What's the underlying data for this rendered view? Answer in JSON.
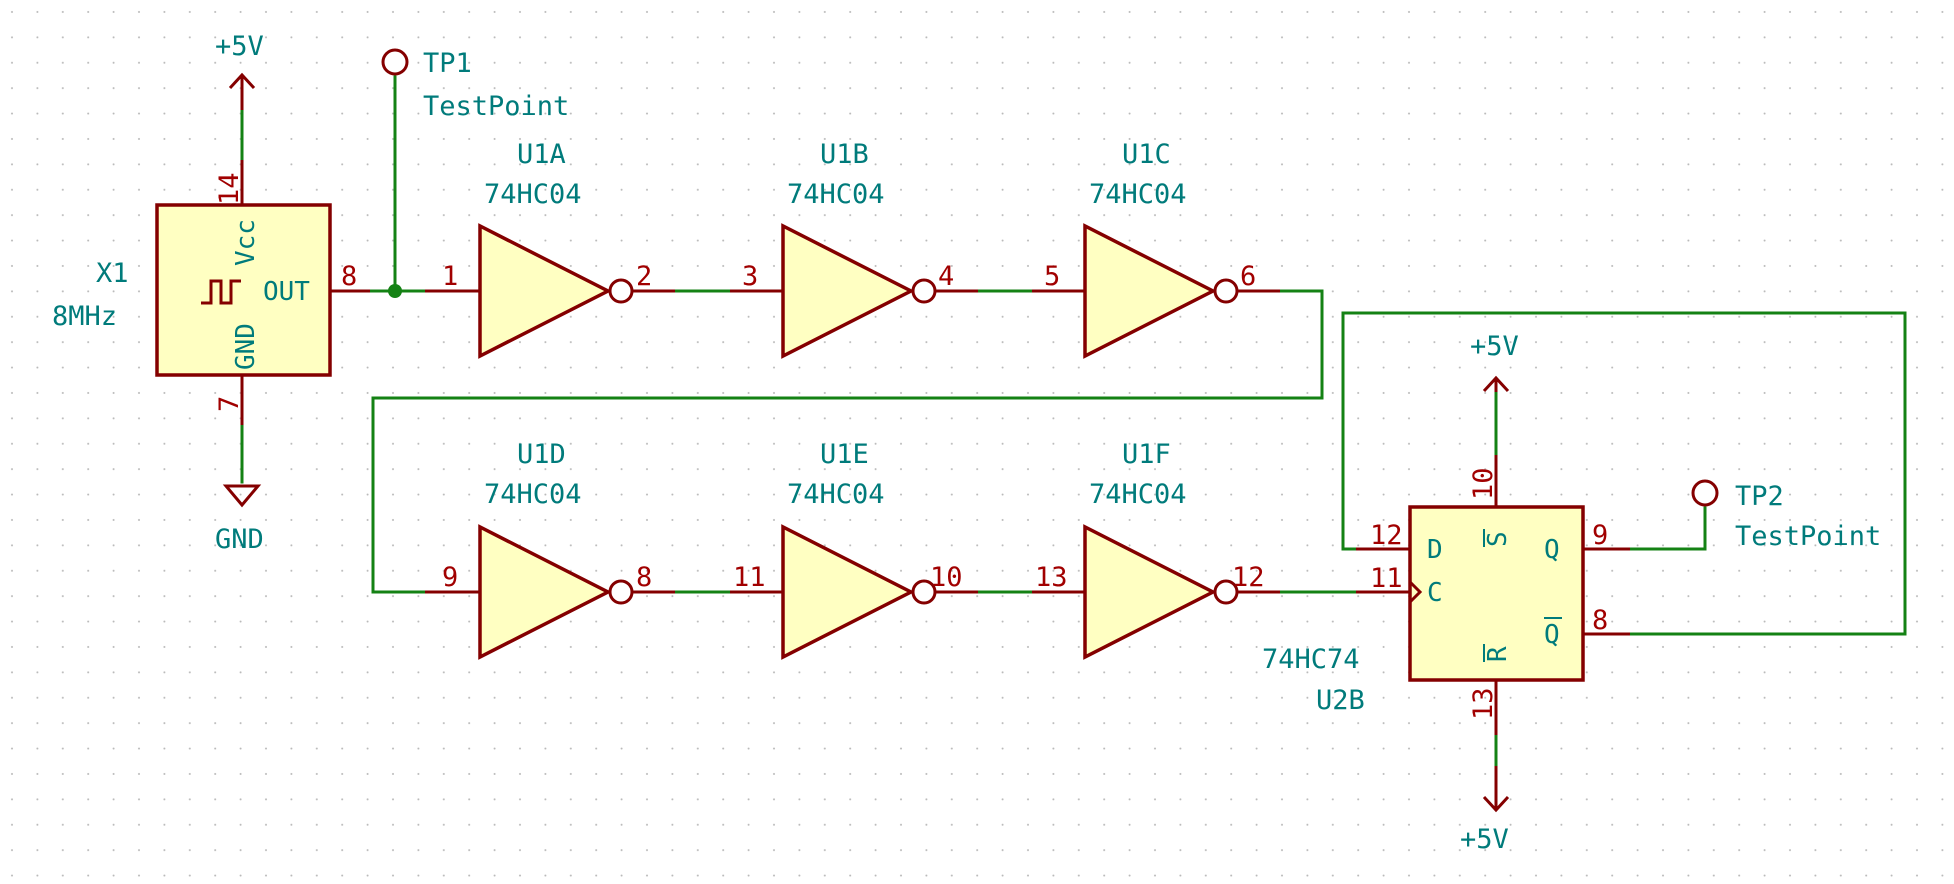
{
  "oscillator": {
    "reference": "X1",
    "value": "8MHz",
    "pin_vcc_name": "Vcc",
    "pin_gnd_name": "GND",
    "pin_out_name": "OUT",
    "pin_vcc_number": "14",
    "pin_gnd_number": "7",
    "pin_out_number": "8"
  },
  "power": {
    "osc_vcc_label": "+5V",
    "osc_gnd_label": "GND",
    "ff_set_label": "+5V",
    "ff_reset_label": "+5V"
  },
  "testpoints": [
    {
      "reference": "TP1",
      "value": "TestPoint"
    },
    {
      "reference": "TP2",
      "value": "TestPoint"
    }
  ],
  "inverters": [
    {
      "reference": "U1A",
      "value": "74HC04",
      "in_pin": "1",
      "out_pin": "2"
    },
    {
      "reference": "U1B",
      "value": "74HC04",
      "in_pin": "3",
      "out_pin": "4"
    },
    {
      "reference": "U1C",
      "value": "74HC04",
      "in_pin": "5",
      "out_pin": "6"
    },
    {
      "reference": "U1D",
      "value": "74HC04",
      "in_pin": "9",
      "out_pin": "8"
    },
    {
      "reference": "U1E",
      "value": "74HC04",
      "in_pin": "11",
      "out_pin": "10"
    },
    {
      "reference": "U1F",
      "value": "74HC04",
      "in_pin": "13",
      "out_pin": "12"
    }
  ],
  "flipflop": {
    "reference": "U2B",
    "value": "74HC74",
    "pin_d_name": "D",
    "pin_c_name": "C",
    "pin_s_name": "S",
    "pin_r_name": "R",
    "pin_q_name": "Q",
    "pin_qbar_name": "Q",
    "pin_d_number": "12",
    "pin_c_number": "11",
    "pin_s_number": "10",
    "pin_r_number": "13",
    "pin_q_number": "9",
    "pin_qbar_number": "8"
  }
}
